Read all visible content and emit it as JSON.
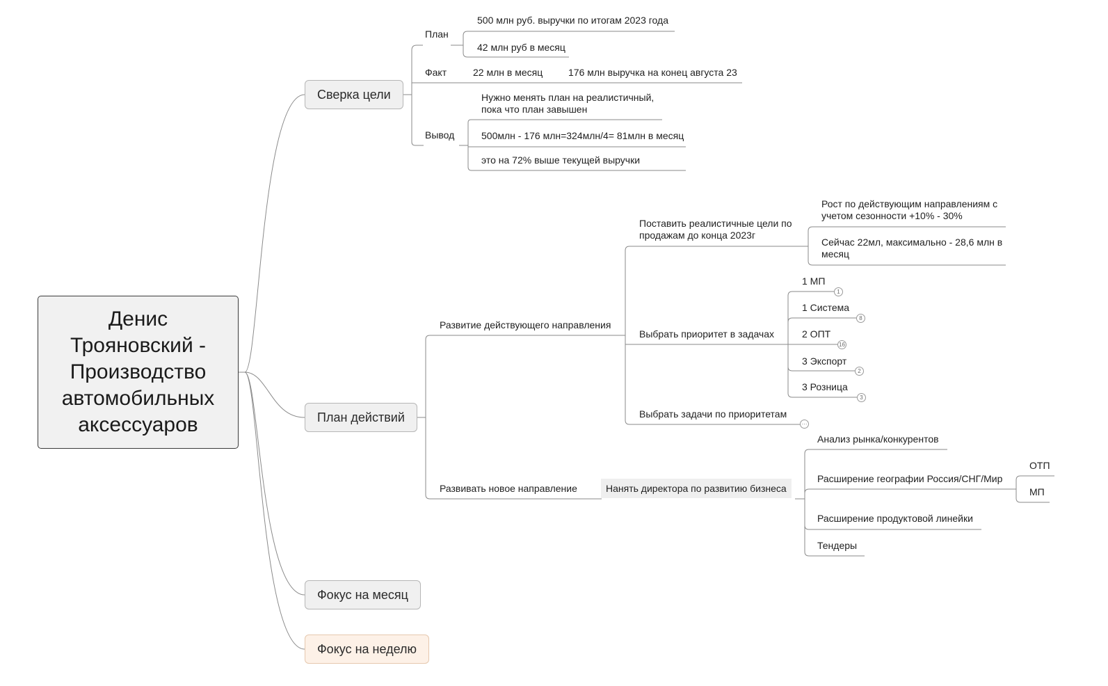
{
  "root": {
    "title": "Денис\nТрояновский -\nПроизводство\nавтомобильных\nаксессуаров"
  },
  "topics": {
    "goal_check": "Сверка цели",
    "action_plan": "План действий",
    "month_focus": "Фокус на месяц",
    "week_focus": "Фокус на неделю"
  },
  "goal_check": {
    "plan": {
      "label": "План",
      "items": [
        "500 млн руб. выручки по итогам 2023 года",
        "42 млн руб в месяц"
      ]
    },
    "fact": {
      "label": "Факт",
      "value": "22 млн в месяц",
      "detail": "176 млн выручка на конец августа 23"
    },
    "conclusion": {
      "label": "Вывод",
      "items": [
        "Нужно менять план на реалистичный,\nпока что план завышен",
        "500млн - 176 млн=324млн/4= 81млн в месяц",
        "это на 72% выше текущей выручки"
      ]
    }
  },
  "action_plan": {
    "current": {
      "label": "Развитие действующего направления",
      "goals": {
        "label": "Поставить реалистичные цели по\nпродажам до конца 2023г",
        "items": [
          "Рост по действующим направлениям с\nучетом сезонности +10% - 30%",
          "Сейчас 22мл, максимально - 28,6 млн в\nмесяц"
        ]
      },
      "priority": {
        "label": "Выбрать приоритет в задачах",
        "items": [
          {
            "label": "1 МП",
            "badge": "1"
          },
          {
            "label": "1 Система",
            "badge": "8"
          },
          {
            "label": "2 ОПТ",
            "badge": "16"
          },
          {
            "label": "3 Экспорт",
            "badge": "2"
          },
          {
            "label": "3 Розница",
            "badge": "3"
          }
        ]
      },
      "tasks": {
        "label": "Выбрать задачи по приоритетам",
        "badge": "···"
      }
    },
    "new": {
      "label": "Развивать новое направление",
      "hire": "Нанять директора по развитию бизнеса",
      "items": [
        "Анализ рынка/конкурентов",
        "Расширение географии Россия/СНГ/Мир",
        "Расширение продуктовой линейки",
        "Тендеры"
      ],
      "geo_items": [
        "ОТП",
        "МП"
      ]
    }
  }
}
